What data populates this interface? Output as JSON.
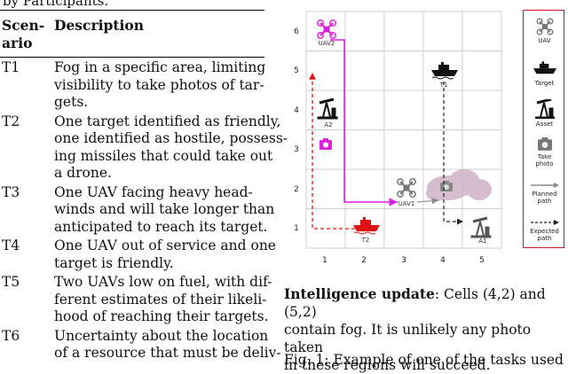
{
  "caption_tail": "by Participants.",
  "table": {
    "header_scenario": "Scen-ario",
    "header_scenario_line1": "Scen-",
    "header_scenario_line2": "ario",
    "header_description": "Description",
    "rows": [
      {
        "id": "T1",
        "lines": [
          "Fog in a specific area, limiting",
          "visibility to take photos of tar-",
          "gets."
        ]
      },
      {
        "id": "T2",
        "lines": [
          "One target identified as friendly,",
          "one identified as hostile, possess-",
          "ing missiles that could take out",
          "a drone."
        ]
      },
      {
        "id": "T3",
        "lines": [
          "One UAV facing heavy head-",
          "winds and will take longer than",
          "anticipated to reach its target."
        ]
      },
      {
        "id": "T4",
        "lines": [
          "One UAV out of service and one",
          "target is friendly."
        ]
      },
      {
        "id": "T5",
        "lines": [
          "Two UAVs low on fuel, with dif-",
          "ferent estimates of their likeli-",
          "hood of reaching their targets."
        ]
      },
      {
        "id": "T6",
        "lines": [
          "Uncertainty about the location",
          "of a resource that must be deliv-"
        ]
      }
    ]
  },
  "figure": {
    "x_ticks": [
      "1",
      "2",
      "3",
      "4",
      "5"
    ],
    "y_ticks": [
      "6",
      "5",
      "4",
      "3",
      "2",
      "1"
    ],
    "labels": {
      "uav2": "UAV2",
      "uav1": "UAV1",
      "t1": "T1",
      "t2": "T2",
      "a2": "A2",
      "a1": "A1"
    },
    "legend": [
      {
        "name": "UAV",
        "icon": "drone-icon"
      },
      {
        "name": "Target",
        "icon": "ship-icon"
      },
      {
        "name": "Asset",
        "icon": "pumpjack-icon"
      },
      {
        "name": "Take photo",
        "icon": "camera-icon"
      },
      {
        "name": "Planned path",
        "icon": "solid-arrow-icon"
      },
      {
        "name": "Expected path",
        "icon": "dashed-arrow-icon"
      }
    ],
    "colors": {
      "uav2": "#e020e0",
      "uav1": "#888888",
      "target_hostile": "#dd1111",
      "target": "#111111",
      "expected_path_red": "#e01010",
      "legend_border": "#c9151e",
      "fog": "#c8a8c0"
    }
  },
  "intel": {
    "heading": "Intelligence update",
    "text": ": Cells (4,2) and (5,2) contain fog. It is unlikely any photo taken in these regions will succeed.",
    "lines": [
      "Intelligence update: Cells (4,2) and (5,2)",
      "contain fog. It is unlikely any photo taken",
      "in these regions will succeed."
    ]
  },
  "fig_caption": "Fig. 1: Example of one of the tasks used"
}
